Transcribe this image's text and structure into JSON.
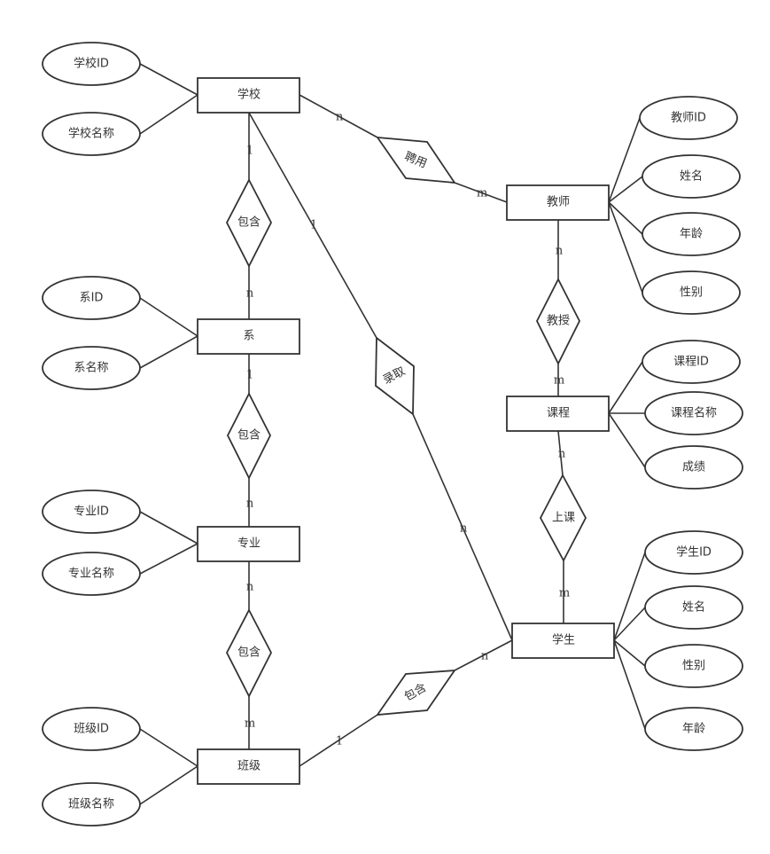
{
  "entities": {
    "school": "学校",
    "teacher": "教师",
    "dept": "系",
    "course": "课程",
    "major": "专业",
    "student": "学生",
    "class": "班级"
  },
  "relationships": {
    "hire": "聘用",
    "contain_school_dept": "包含",
    "teach": "教授",
    "admit": "录取",
    "contain_dept_major": "包含",
    "attend": "上课",
    "contain_major_class": "包含",
    "contain_class_student": "包含"
  },
  "attributes": {
    "school_id": "学校ID",
    "school_name": "学校名称",
    "teacher_id": "教师ID",
    "teacher_name": "姓名",
    "teacher_age": "年龄",
    "teacher_gender": "性别",
    "dept_id": "系ID",
    "dept_name": "系名称",
    "course_id": "课程ID",
    "course_name": "课程名称",
    "course_score": "成绩",
    "major_id": "专业ID",
    "major_name": "专业名称",
    "student_id": "学生ID",
    "student_name": "姓名",
    "student_gender": "性别",
    "student_age": "年龄",
    "class_id": "班级ID",
    "class_name": "班级名称"
  },
  "cardinalities": {
    "school_hire": "n",
    "hire_teacher": "m",
    "school_contain": "1",
    "contain_dept": "n",
    "school_admit": "1",
    "admit_student": "n",
    "teacher_teach": "n",
    "teach_course": "m",
    "dept_contain": "1",
    "contain_major": "n",
    "course_attend": "n",
    "attend_student": "m",
    "major_contain": "n",
    "contain_class": "m",
    "class_contain": "1",
    "contain_student": "n"
  }
}
